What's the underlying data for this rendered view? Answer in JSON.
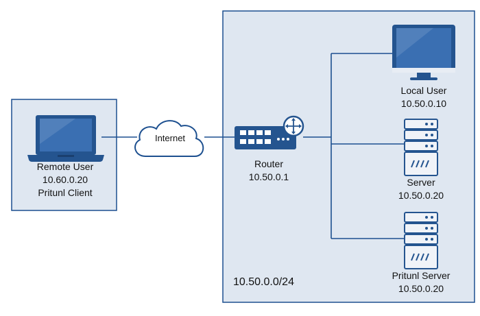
{
  "colors": {
    "box_fill": "#dfe7f1",
    "box_stroke": "#1c4f8f",
    "device_blue": "#24548f",
    "screen_blue": "#3a6fb2",
    "server_fill": "#f0f3f8"
  },
  "remote": {
    "name": "Remote User",
    "ip": "10.60.0.20",
    "client": "Pritunl Client",
    "icon": "laptop-icon"
  },
  "internet": {
    "label": "Internet",
    "icon": "cloud-icon"
  },
  "router": {
    "name": "Router",
    "ip": "10.50.0.1",
    "icon": "router-icon"
  },
  "local_user": {
    "name": "Local User",
    "ip": "10.50.0.10",
    "icon": "monitor-icon"
  },
  "server": {
    "name": "Server",
    "ip": "10.50.0.20",
    "icon": "server-icon"
  },
  "pritunl_server": {
    "name": "Pritunl Server",
    "ip": "10.50.0.20",
    "icon": "server-icon"
  },
  "subnet": "10.50.0.0/24"
}
